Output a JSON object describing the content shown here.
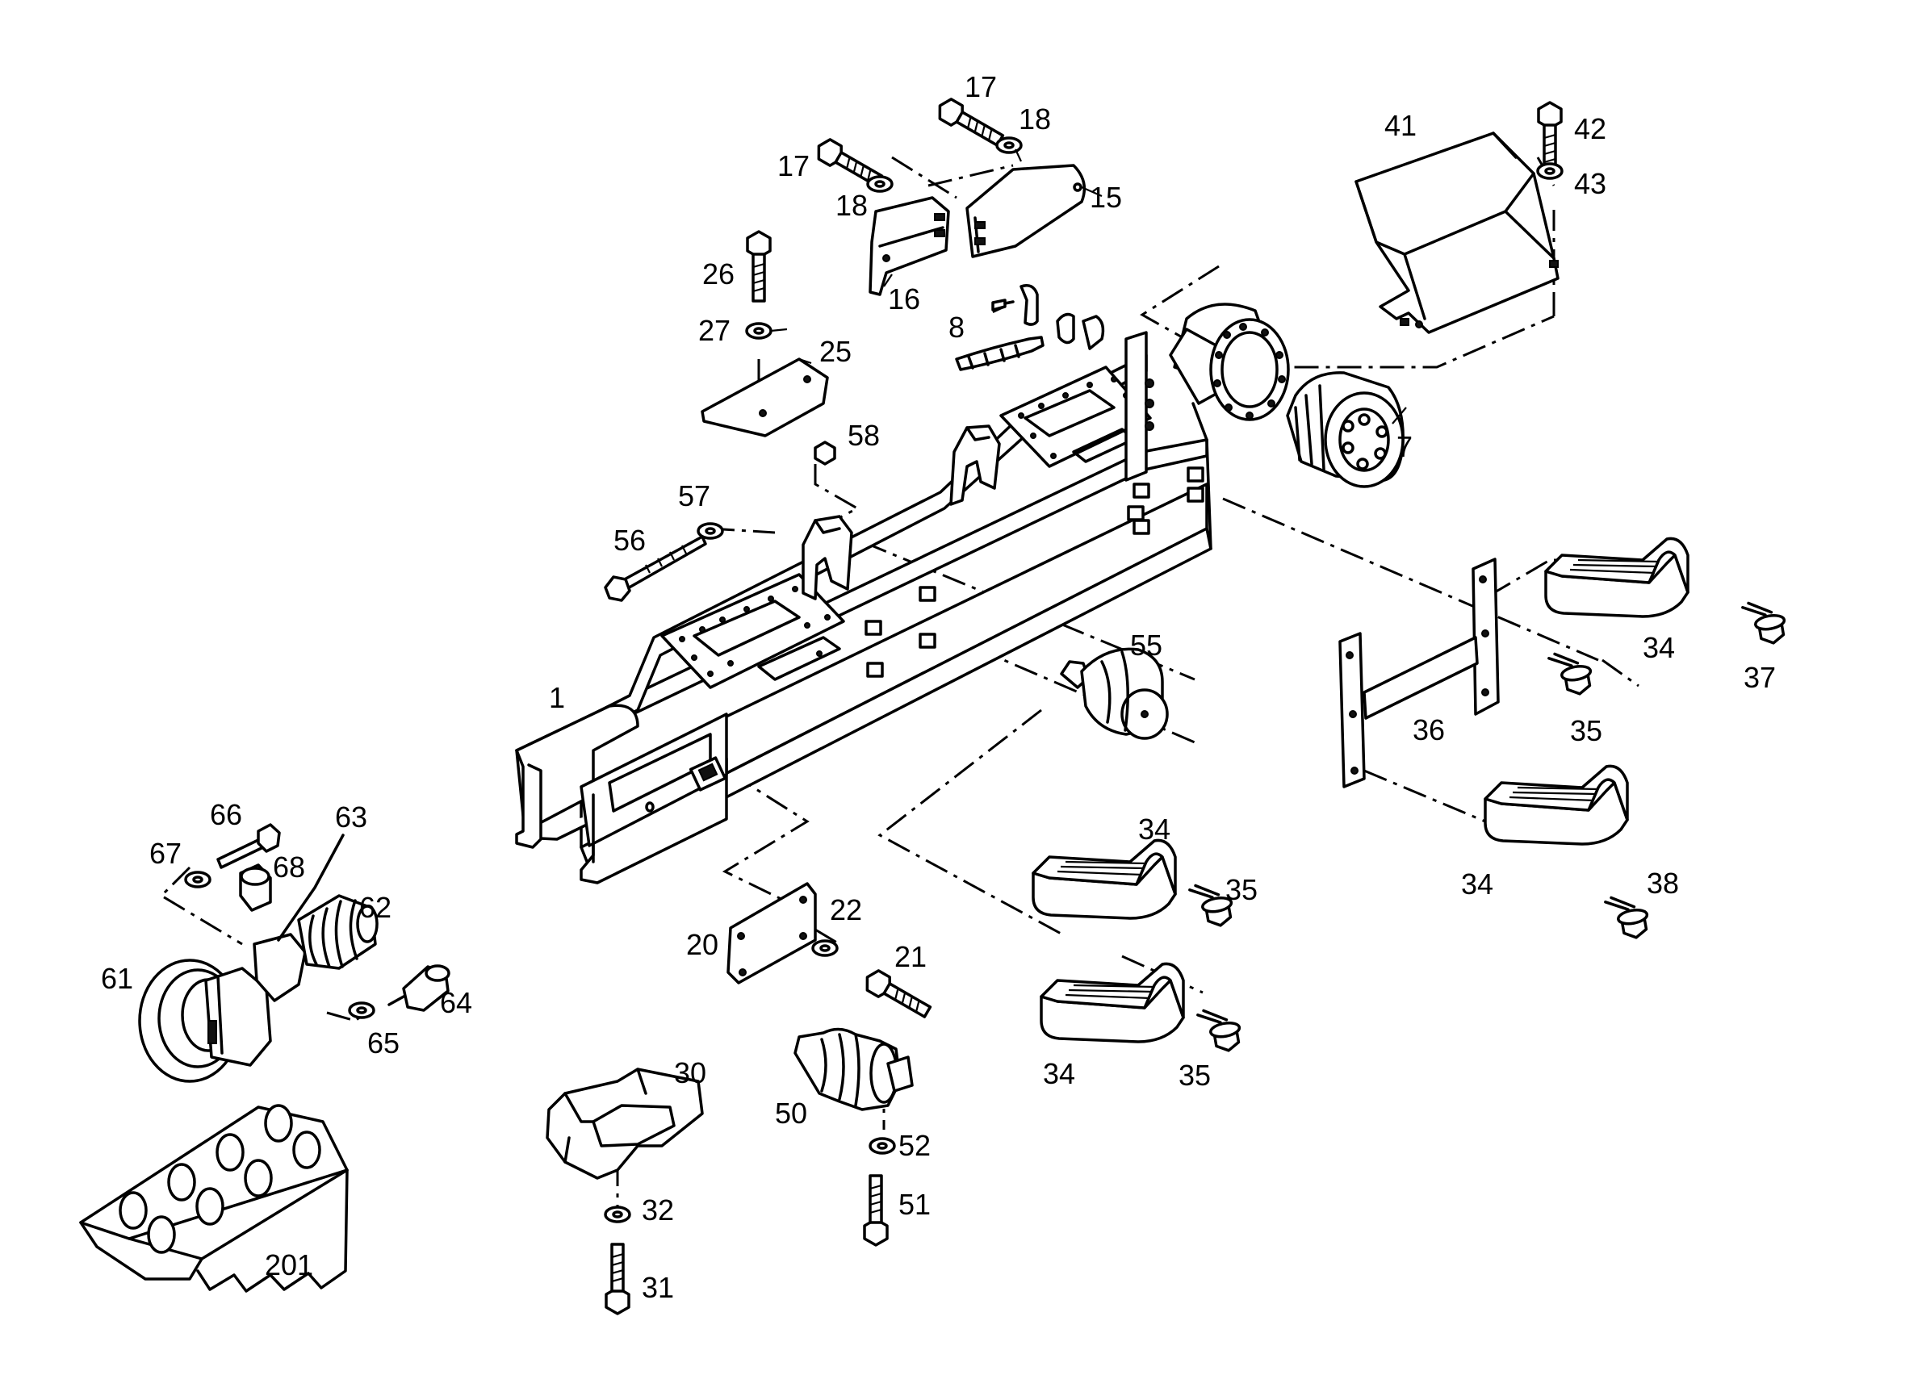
{
  "diagram": {
    "callouts": [
      {
        "id": "c1",
        "text": "1"
      },
      {
        "id": "c7",
        "text": "7"
      },
      {
        "id": "c8",
        "text": "8"
      },
      {
        "id": "c15",
        "text": "15"
      },
      {
        "id": "c16",
        "text": "16"
      },
      {
        "id": "c17a",
        "text": "17"
      },
      {
        "id": "c17b",
        "text": "17"
      },
      {
        "id": "c18a",
        "text": "18"
      },
      {
        "id": "c18b",
        "text": "18"
      },
      {
        "id": "c20",
        "text": "20"
      },
      {
        "id": "c21",
        "text": "21"
      },
      {
        "id": "c22",
        "text": "22"
      },
      {
        "id": "c25",
        "text": "25"
      },
      {
        "id": "c26",
        "text": "26"
      },
      {
        "id": "c27",
        "text": "27"
      },
      {
        "id": "c30",
        "text": "30"
      },
      {
        "id": "c31",
        "text": "31"
      },
      {
        "id": "c32",
        "text": "32"
      },
      {
        "id": "c34a",
        "text": "34"
      },
      {
        "id": "c34b",
        "text": "34"
      },
      {
        "id": "c34c",
        "text": "34"
      },
      {
        "id": "c34d",
        "text": "34"
      },
      {
        "id": "c35a",
        "text": "35"
      },
      {
        "id": "c35b",
        "text": "35"
      },
      {
        "id": "c35c",
        "text": "35"
      },
      {
        "id": "c36",
        "text": "36"
      },
      {
        "id": "c37",
        "text": "37"
      },
      {
        "id": "c38",
        "text": "38"
      },
      {
        "id": "c41",
        "text": "41"
      },
      {
        "id": "c42",
        "text": "42"
      },
      {
        "id": "c43",
        "text": "43"
      },
      {
        "id": "c50",
        "text": "50"
      },
      {
        "id": "c51",
        "text": "51"
      },
      {
        "id": "c52",
        "text": "52"
      },
      {
        "id": "c55",
        "text": "55"
      },
      {
        "id": "c56",
        "text": "56"
      },
      {
        "id": "c57",
        "text": "57"
      },
      {
        "id": "c58",
        "text": "58"
      },
      {
        "id": "c61",
        "text": "61"
      },
      {
        "id": "c62",
        "text": "62"
      },
      {
        "id": "c63",
        "text": "63"
      },
      {
        "id": "c64",
        "text": "64"
      },
      {
        "id": "c65",
        "text": "65"
      },
      {
        "id": "c66",
        "text": "66"
      },
      {
        "id": "c67",
        "text": "67"
      },
      {
        "id": "c68",
        "text": "68"
      },
      {
        "id": "c201",
        "text": "201"
      }
    ]
  }
}
